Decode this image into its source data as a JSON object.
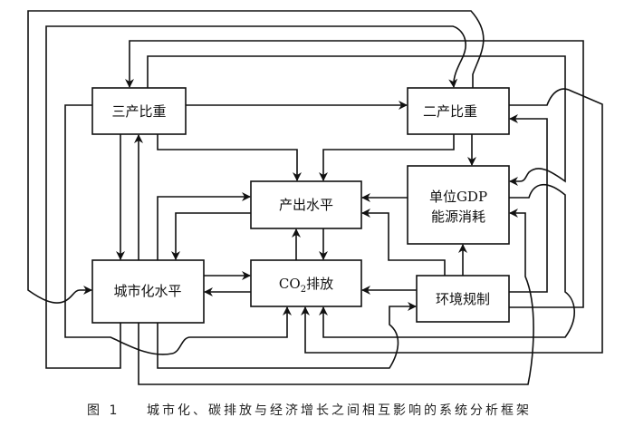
{
  "nodes": {
    "tertiary_share": {
      "label": "三产比重"
    },
    "secondary_share": {
      "label": "二产比重"
    },
    "output_level": {
      "label": "产出水平"
    },
    "energy_per_gdp": {
      "label_line1": "单位GDP",
      "label_line2": "能源消耗"
    },
    "urbanization": {
      "label": "城市化水平"
    },
    "co2": {
      "label_prefix": "CO",
      "label_sub": "2",
      "label_suffix": "排放"
    },
    "env_regulation": {
      "label": "环境规制"
    }
  },
  "edges": [
    {
      "from": "三产比重",
      "to": "二产比重"
    },
    {
      "from": "三产比重",
      "to": "产出水平"
    },
    {
      "from": "三产比重",
      "to": "城市化水平"
    },
    {
      "from": "三产比重",
      "to": "单位GDP能源消耗"
    },
    {
      "from": "二产比重",
      "to": "三产比重"
    },
    {
      "from": "二产比重",
      "to": "产出水平"
    },
    {
      "from": "二产比重",
      "to": "单位GDP能源消耗"
    },
    {
      "from": "二产比重",
      "to": "CO2排放"
    },
    {
      "from": "城市化水平",
      "to": "三产比重"
    },
    {
      "from": "城市化水平",
      "to": "二产比重"
    },
    {
      "from": "城市化水平",
      "to": "产出水平"
    },
    {
      "from": "城市化水平",
      "to": "CO2排放"
    },
    {
      "from": "城市化水平",
      "to": "环境规制"
    },
    {
      "from": "城市化水平",
      "to": "单位GDP能源消耗"
    },
    {
      "from": "产出水平",
      "to": "城市化水平"
    },
    {
      "from": "产出水平",
      "to": "CO2排放"
    },
    {
      "from": "CO2排放",
      "to": "产出水平"
    },
    {
      "from": "CO2排放",
      "to": "城市化水平"
    },
    {
      "from": "单位GDP能源消耗",
      "to": "产出水平"
    },
    {
      "from": "单位GDP能源消耗",
      "to": "CO2排放"
    },
    {
      "from": "环境规制",
      "to": "CO2排放"
    },
    {
      "from": "环境规制",
      "to": "单位GDP能源消耗"
    },
    {
      "from": "环境规制",
      "to": "产出水平"
    },
    {
      "from": "环境规制",
      "to": "二产比重"
    }
  ],
  "caption": {
    "figure_number": "图 1",
    "title": "城市化、碳排放与经济增长之间相互影响的系统分析框架"
  }
}
